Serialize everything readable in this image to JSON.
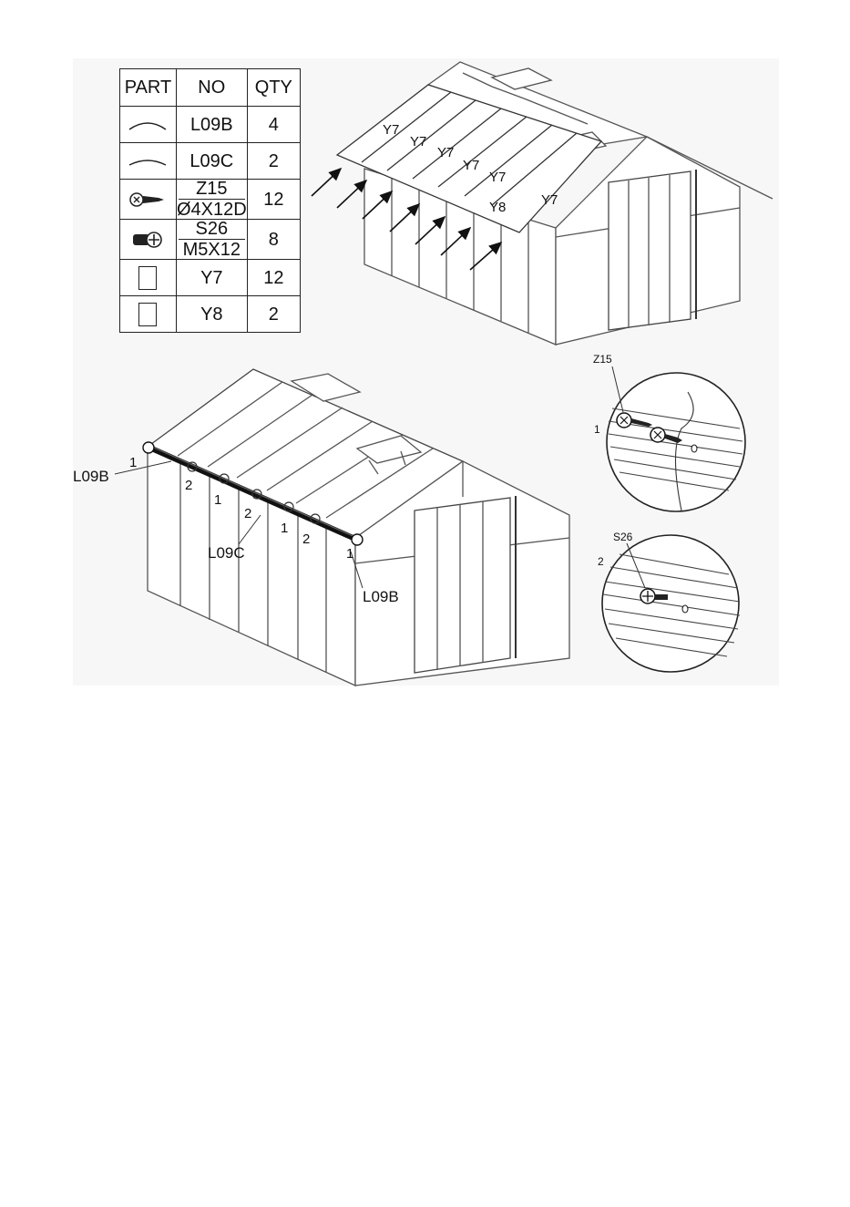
{
  "parts_table": {
    "headers": {
      "part": "PART",
      "no": "NO",
      "qty": "QTY"
    },
    "rows": [
      {
        "icon": "arch-profile-icon",
        "no": "L09B",
        "qty": "4"
      },
      {
        "icon": "flat-arch-profile-icon",
        "no": "L09C",
        "qty": "2"
      },
      {
        "icon": "self-tapping-screw-icon",
        "no_top": "Z15",
        "no_bottom": "Ø4X12D",
        "qty": "12"
      },
      {
        "icon": "bolt-icon",
        "no_top": "S26",
        "no_bottom": "M5X12",
        "qty": "8"
      },
      {
        "icon": "panel-icon",
        "no": "Y7",
        "qty": "12"
      },
      {
        "icon": "panel-icon",
        "no": "Y8",
        "qty": "2"
      }
    ]
  },
  "top_diagram": {
    "panel_labels": [
      "Y7",
      "Y7",
      "Y7",
      "Y7",
      "Y7",
      "Y8",
      "Y7"
    ]
  },
  "bottom_diagram": {
    "profile_left": "L09B",
    "profile_right": "L09B",
    "profile_middle": "L09C",
    "step_markers": [
      "1",
      "2",
      "1",
      "2",
      "1",
      "2",
      "1"
    ]
  },
  "detail_1": {
    "step": "1",
    "screw": "Z15"
  },
  "detail_2": {
    "step": "2",
    "screw": "S26"
  }
}
